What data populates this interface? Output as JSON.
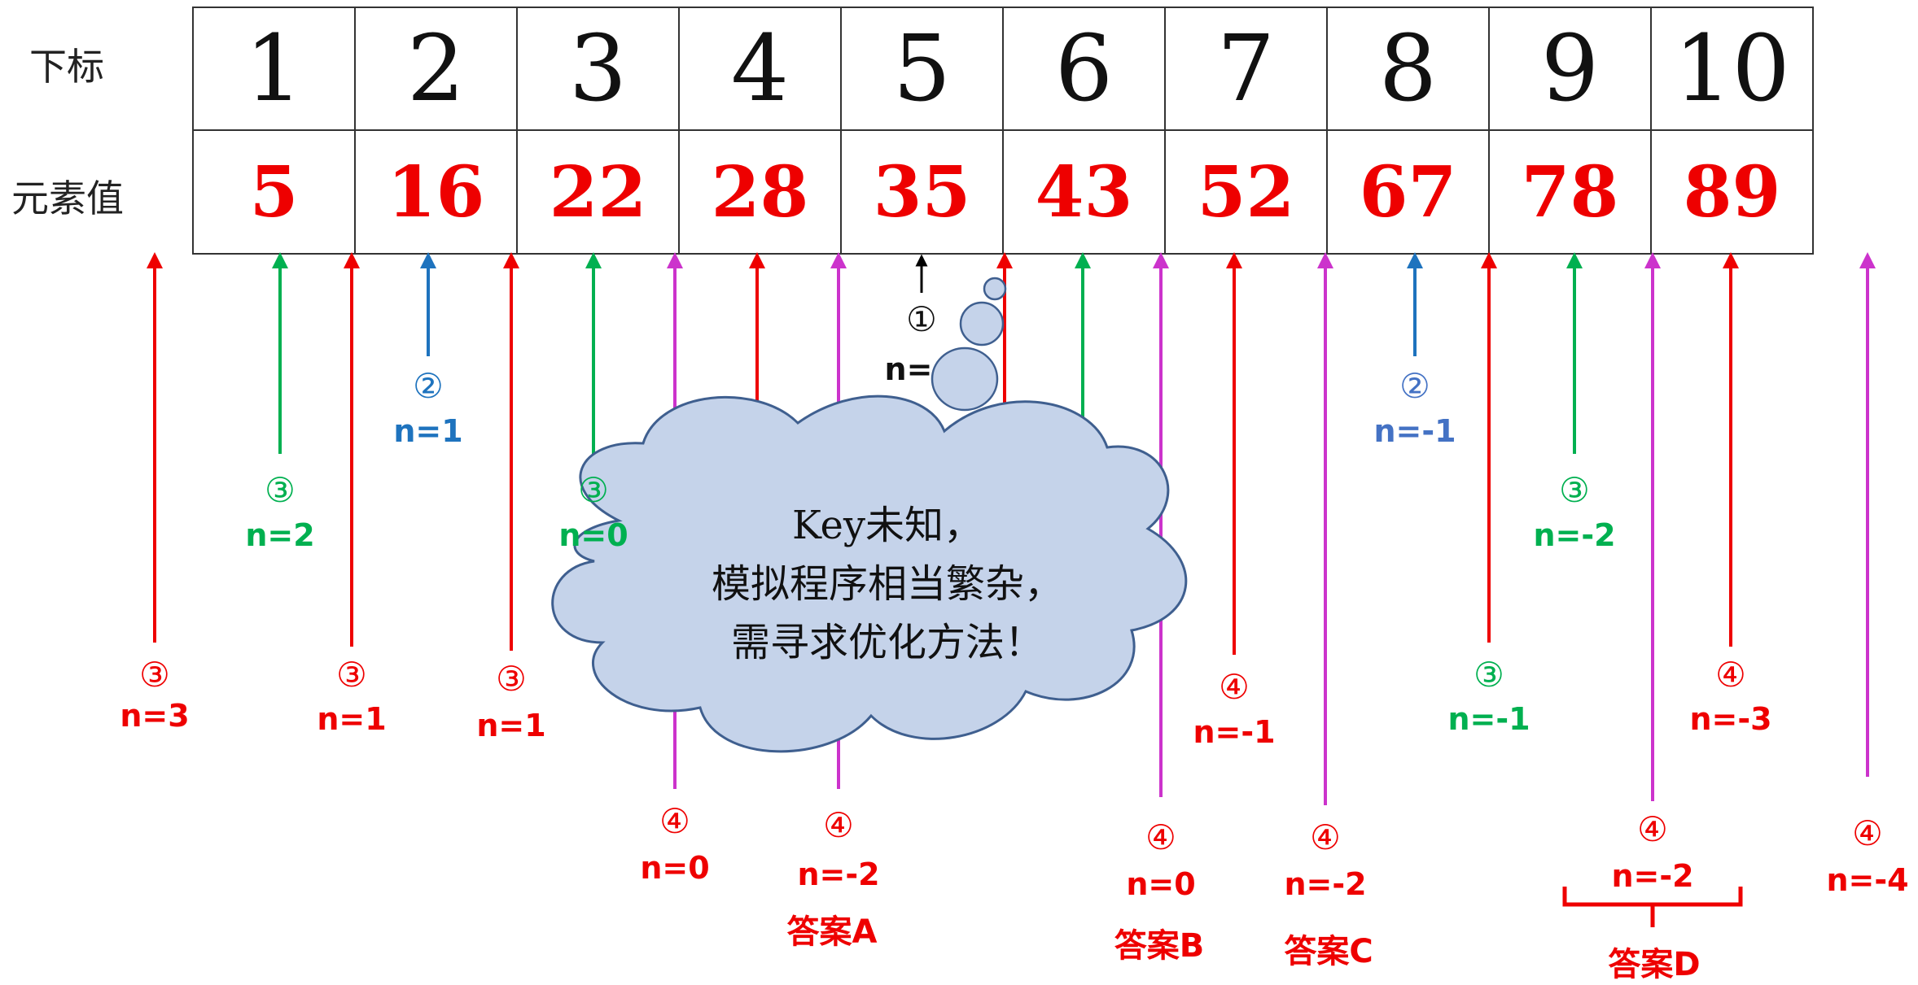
{
  "row_labels": {
    "index": "下标",
    "value": "元素值"
  },
  "array": {
    "indices": [
      "1",
      "2",
      "3",
      "4",
      "5",
      "6",
      "7",
      "8",
      "9",
      "10"
    ],
    "values": [
      "5",
      "16",
      "22",
      "28",
      "35",
      "43",
      "52",
      "67",
      "78",
      "89"
    ]
  },
  "step1": {
    "circle": "①",
    "n": "n="
  },
  "cloud": {
    "line1": "Key未知，",
    "line2": "模拟程序相当繁杂，",
    "line3": "需寻求优化方法！"
  },
  "markers": [
    {
      "circle": "③",
      "n": "n=3",
      "color": "#ee0000"
    },
    {
      "circle": "③",
      "n": "n=2",
      "color": "#00b050"
    },
    {
      "circle": "③",
      "n": "n=1",
      "color": "#ee0000"
    },
    {
      "circle": "②",
      "n": "n=1",
      "color": "#1e73be"
    },
    {
      "circle": "③",
      "n": "n=1",
      "color": "#ee0000"
    },
    {
      "circle": "③",
      "n": "n=0",
      "color": "#00b050"
    },
    {
      "circle": "④",
      "n": "n=0",
      "color": "#ee0000"
    },
    {
      "circle": "④",
      "n": "n=-2",
      "color": "#ee0000"
    },
    {
      "circle": "④",
      "n": "n=0",
      "color": "#ee0000"
    },
    {
      "circle": "④",
      "n": "n=-1",
      "color": "#ee0000"
    },
    {
      "circle": "④",
      "n": "n=-2",
      "color": "#ee0000"
    },
    {
      "circle": "②",
      "n": "n=-1",
      "color": "#4472c4"
    },
    {
      "circle": "③",
      "n": "n=-1",
      "color": "#00b050"
    },
    {
      "circle": "③",
      "n": "n=-2",
      "color": "#00b050"
    },
    {
      "circle": "④",
      "n": "n=-2",
      "color": "#ee0000"
    },
    {
      "circle": "④",
      "n": "n=-3",
      "color": "#ee0000"
    },
    {
      "circle": "④",
      "n": "n=-4",
      "color": "#ee0000"
    }
  ],
  "answers": {
    "a": "答案A",
    "b": "答案B",
    "c": "答案C",
    "d": "答案D"
  },
  "colors": {
    "red": "#ee0000",
    "green": "#00b050",
    "blue": "#1e73be",
    "purple": "#cc33cc",
    "cloud_fill": "#c5d3ea",
    "cloud_stroke": "#3f5f8f"
  }
}
